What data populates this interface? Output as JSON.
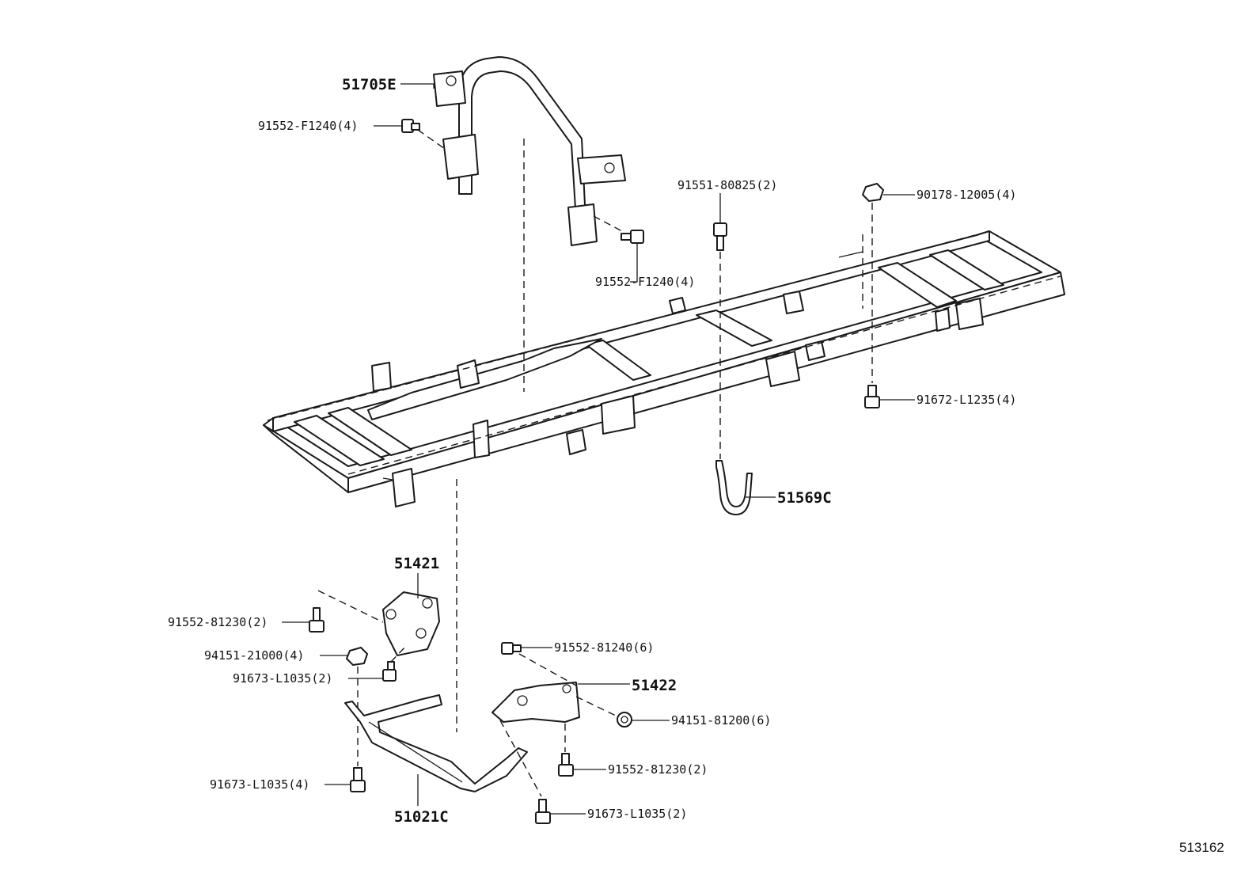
{
  "labels": {
    "p51705E": "51705E",
    "p91552F1240a": "91552-F1240(4)",
    "p91552F1240b": "91552-F1240(4)",
    "p9155180825": "91551-80825(2)",
    "p9017812005": "90178-12005(4)",
    "p91672L1235": "91672-L1235(4)",
    "p51569C": "51569C",
    "p51421": "51421",
    "p9155281230a": "91552-81230(2)",
    "p9415121000": "94151-21000(4)",
    "p91673L1035a": "91673-L1035(2)",
    "p9155281240": "91552-81240(6)",
    "p51422": "51422",
    "p9415181200": "94151-81200(6)",
    "p9155281230b": "91552-81230(2)",
    "p91673L1035b": "91673-L1035(4)",
    "p51021C": "51021C",
    "p91673L1035c": "91673-L1035(2)"
  },
  "figure_ref": "513162"
}
